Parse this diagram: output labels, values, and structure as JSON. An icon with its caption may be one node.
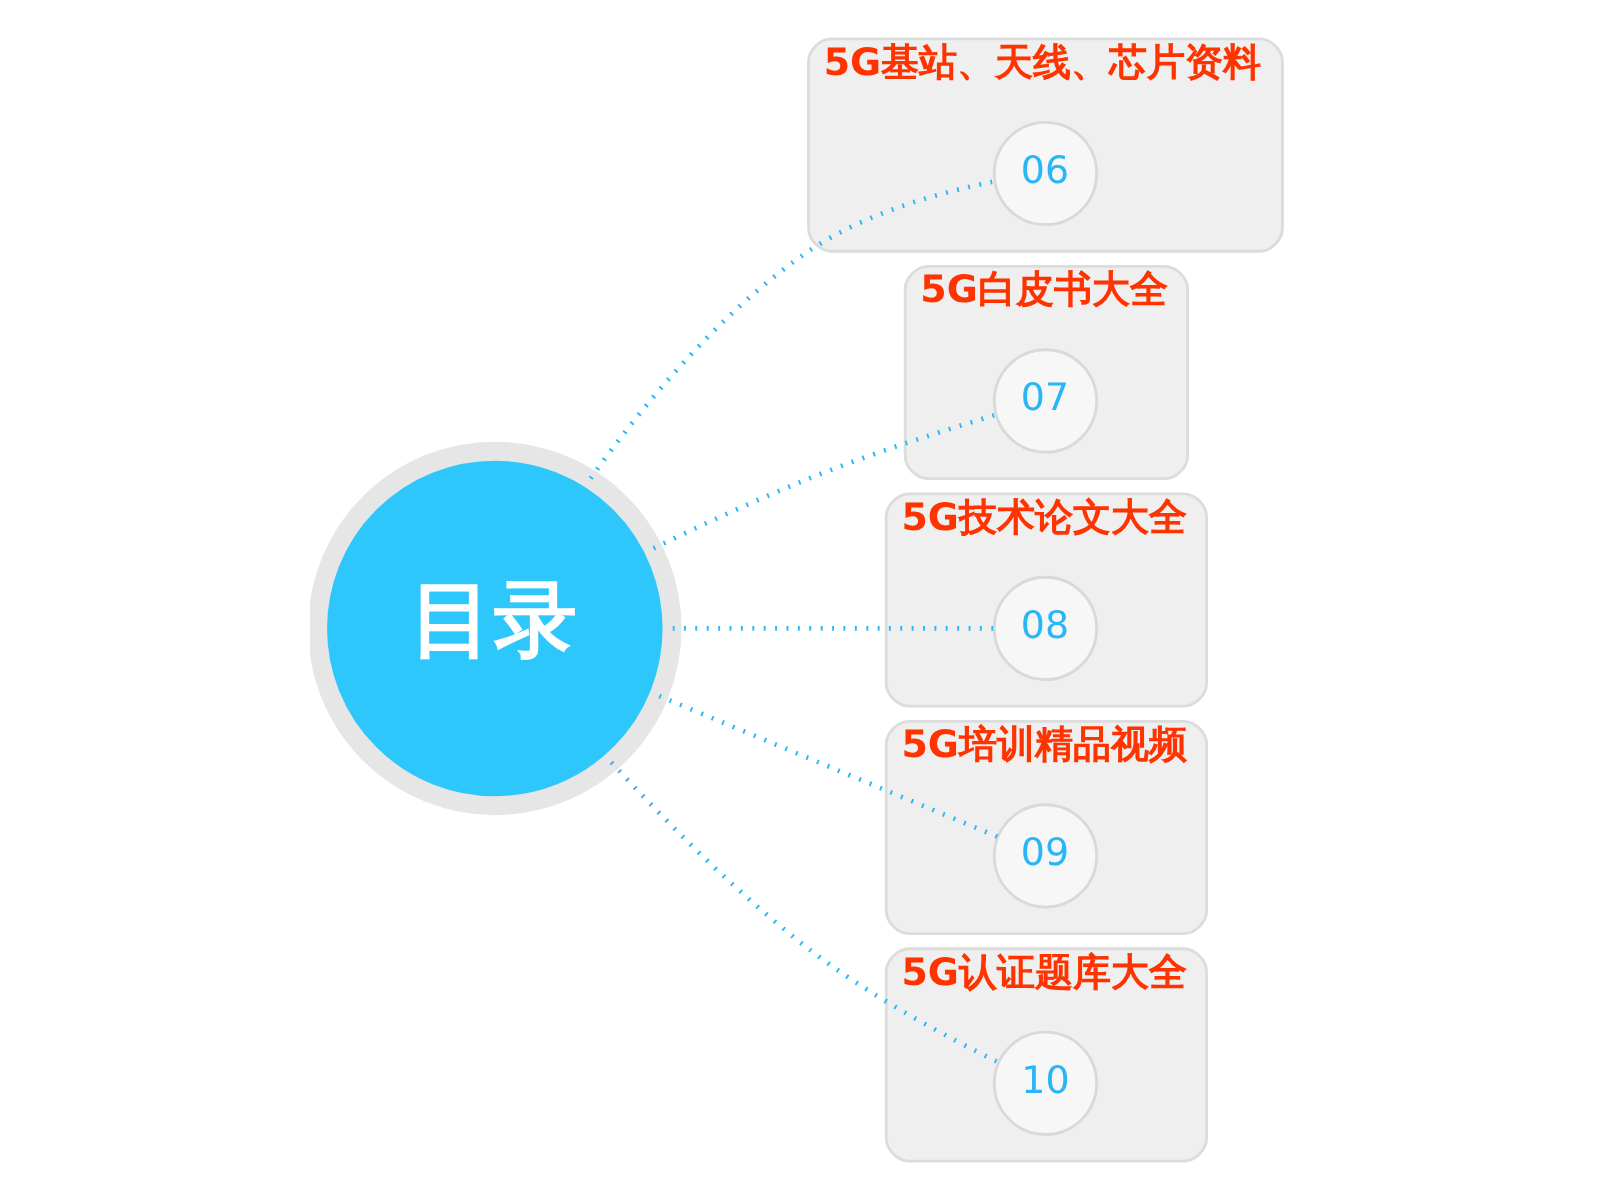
{
  "diagram": {
    "nodes": [
      {
        "text": [
          "目录"
        ]
      },
      {
        "text": [
          "5G基站、天线、芯片资料"
        ]
      },
      {
        "text": [
          "06"
        ],
        "in": 1
      },
      {
        "text": [
          "5G白皮书大全"
        ]
      },
      {
        "text": [
          "07"
        ],
        "in": 3
      },
      {
        "text": [
          "5G技术论文大全"
        ]
      },
      {
        "text": [
          "08"
        ],
        "in": 5
      },
      {
        "text": [
          "5G培训精品视频"
        ]
      },
      {
        "text": [
          "09"
        ],
        "in": 7
      },
      {
        "text": [
          "5G认证题库大全"
        ]
      },
      {
        "text": [
          "10"
        ],
        "in": 9
      }
    ],
    "edges": [
      {
        "from": 0,
        "to": 2,
        "arrow": "none",
        "style": "dashed"
      },
      {
        "from": 0,
        "to": 4,
        "arrow": "none",
        "style": "dashed"
      },
      {
        "from": 0,
        "to": 6,
        "arrow": "none",
        "style": "dashed"
      },
      {
        "from": 0,
        "to": 8,
        "arrow": "none",
        "style": "dashed"
      },
      {
        "from": 0,
        "to": 10,
        "arrow": "none",
        "style": "dashed"
      }
    ]
  }
}
